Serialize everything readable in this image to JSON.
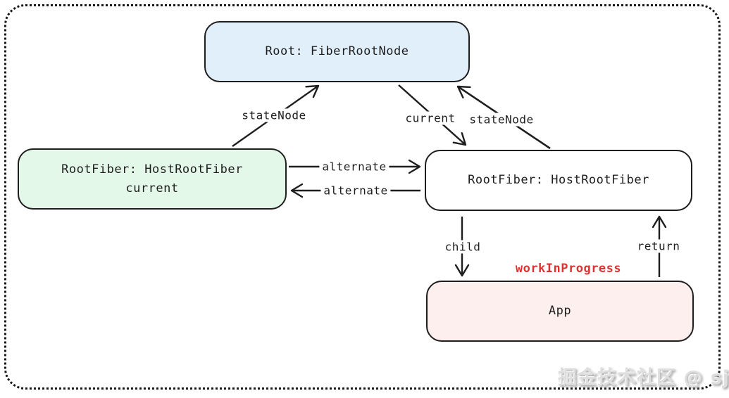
{
  "diagram": {
    "type": "flowchart",
    "topic": "React FiberRoot / RootFiber relationship",
    "nodes": {
      "root": {
        "label": "Root: FiberRootNode",
        "fill": "#e1effb"
      },
      "current_fiber": {
        "label": "RootFiber: HostRootFiber",
        "sublabel": "current",
        "fill": "#e3f8e9"
      },
      "wip_fiber": {
        "label": "RootFiber: HostRootFiber",
        "fill": "#ffffff"
      },
      "app": {
        "label": "App",
        "fill": "#fdefee"
      }
    },
    "edges": {
      "statenode_left": {
        "label": "stateNode",
        "from": "current_fiber",
        "to": "root"
      },
      "current_edge": {
        "label": "current",
        "from": "root",
        "to": "wip_fiber"
      },
      "statenode_right": {
        "label": "stateNode",
        "from": "wip_fiber",
        "to": "root"
      },
      "alternate_ltr": {
        "label": "alternate",
        "from": "current_fiber",
        "to": "wip_fiber"
      },
      "alternate_rtl": {
        "label": "alternate",
        "from": "wip_fiber",
        "to": "current_fiber"
      },
      "child": {
        "label": "child",
        "from": "wip_fiber",
        "to": "app"
      },
      "return": {
        "label": "return",
        "from": "app",
        "to": "wip_fiber"
      }
    },
    "annotations": {
      "work_in_progress": {
        "label": "workInProgress",
        "color": "#e03131"
      }
    },
    "watermark": "掘金技术社区 @ sjin",
    "colors": {
      "stroke": "#1e1e1e",
      "background": "#ffffff",
      "node_blue": "#e1effb",
      "node_green": "#e3f8e9",
      "node_white": "#ffffff",
      "node_pink": "#fdefee",
      "accent_red": "#e03131",
      "watermark_gray": "#dedede"
    }
  }
}
